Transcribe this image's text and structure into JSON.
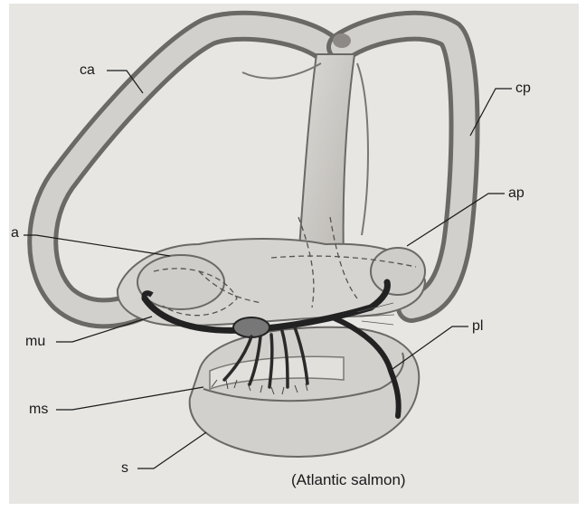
{
  "labels": {
    "ca": "ca",
    "cp": "cp",
    "ap": "ap",
    "a": "a",
    "mu": "mu",
    "pl": "pl",
    "ms": "ms",
    "s": "s"
  },
  "caption": "(Atlantic salmon)"
}
